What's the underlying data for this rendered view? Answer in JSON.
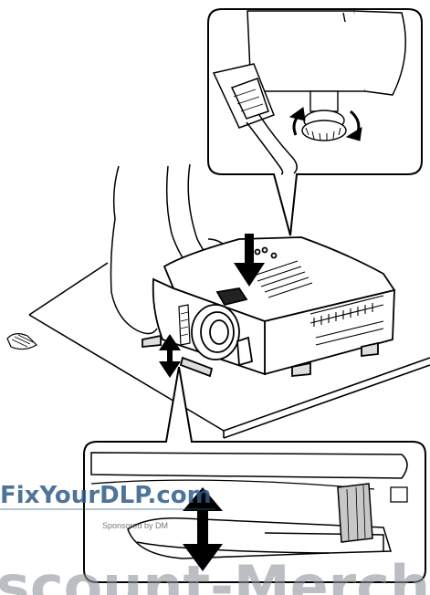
{
  "watermark": {
    "site": "FixYourDLP.com",
    "sponsor": "Sponsored by DM",
    "banner": "scount-Merch"
  },
  "colors": {
    "line": "#000000",
    "fill": "#ffffff",
    "watermark_blue": "#2f5c88",
    "watermark_gray": "#8e959c",
    "shade": "#bfbfbf"
  },
  "icons": {
    "up_down_arrow": "up-down-arrow-icon",
    "down_arrow": "down-arrow-icon",
    "rotate_arrows": "rotate-arrows-icon"
  }
}
